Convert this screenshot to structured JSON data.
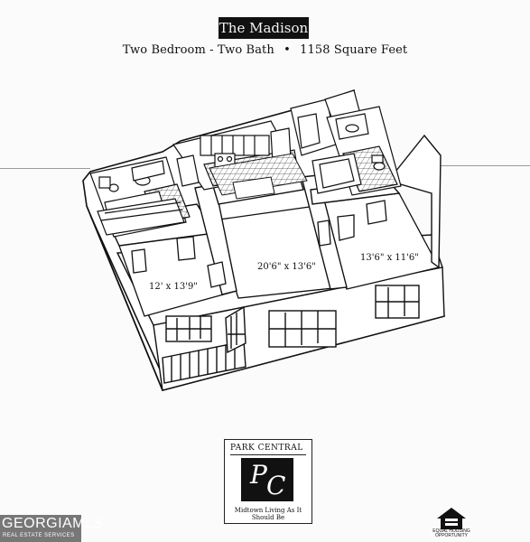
{
  "header": {
    "title": "The Madison",
    "subtitle_left": "Two Bedroom - Two Bath",
    "subtitle_sep": "•",
    "subtitle_right": "1158 Square Feet"
  },
  "rooms": {
    "bedroom_left": "12' x 13'9\"",
    "living": "20'6\" x 13'6\"",
    "bedroom_right": "13'6\" x 11'6\""
  },
  "logo": {
    "name": "PARK CENTRAL",
    "monogram_p": "P",
    "monogram_c": "C",
    "tagline": "Midtown Living As It Should Be"
  },
  "watermark": {
    "name": "GEORGIAMLS",
    "sub": "REAL ESTATE SERVICES"
  },
  "eho": {
    "line1": "EQUAL HOUSING",
    "line2": "OPPORTUNITY"
  }
}
